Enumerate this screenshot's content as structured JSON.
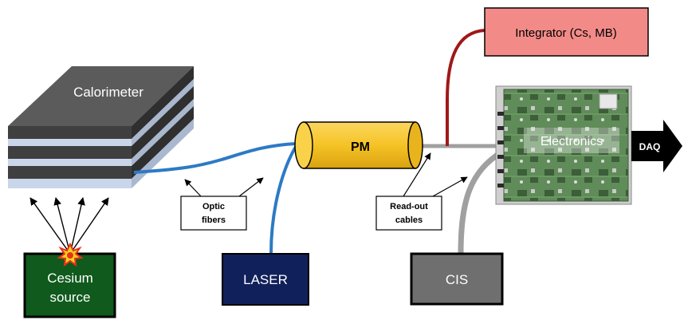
{
  "labels": {
    "calorimeter": "Calorimeter",
    "pm": "PM",
    "integrator": "Integrator (Cs, MB)",
    "electronics": "Electronics",
    "daq": "DAQ",
    "cesium_line1": "Cesium",
    "cesium_line2": "source",
    "laser": "LASER",
    "cis": "CIS",
    "optic_line1": "Optic",
    "optic_line2": "fibers",
    "readout_line1": "Read-out",
    "readout_line2": "cables"
  },
  "colors": {
    "calorimeter_dark": "#3f3f3f",
    "calorimeter_stripe": "#c9d6ea",
    "pm_fill": "#f6c326",
    "integrator_fill": "#f28b88",
    "integrator_cable": "#a01818",
    "cesium_fill": "#0f5a1c",
    "laser_fill": "#10205a",
    "laser_fiber": "#2d7ac4",
    "cis_fill": "#6f6f6f",
    "readout_cable": "#a0a0a0",
    "board_fill": "#5e8a56",
    "daq_fill": "#000000"
  }
}
